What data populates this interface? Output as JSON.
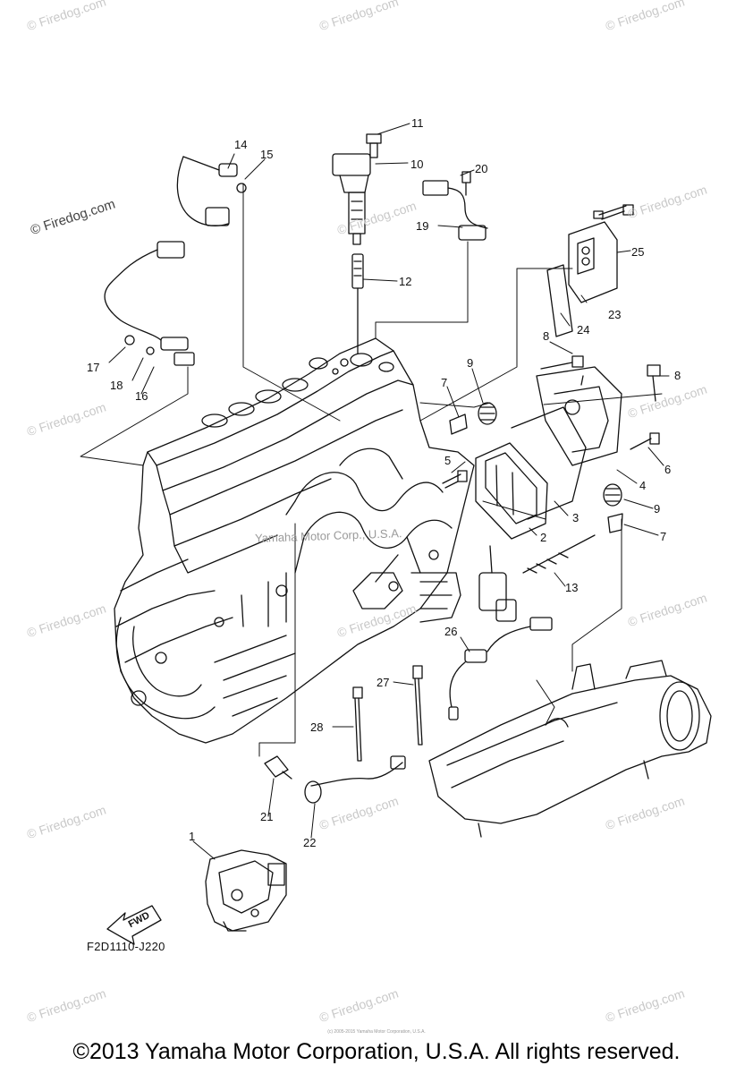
{
  "watermark": {
    "text": "© Firedog.com",
    "center_text": "Yamaha Motor Corp., U.S.A."
  },
  "callouts": {
    "c1": "1",
    "c2": "2",
    "c3": "3",
    "c4": "4",
    "c5": "5",
    "c6": "6",
    "c7a": "7",
    "c7b": "7",
    "c8a": "8",
    "c8b": "8",
    "c9a": "9",
    "c9b": "9",
    "c10": "10",
    "c11": "11",
    "c12": "12",
    "c13": "13",
    "c14": "14",
    "c15": "15",
    "c16": "16",
    "c17": "17",
    "c18": "18",
    "c19": "19",
    "c20": "20",
    "c21": "21",
    "c22": "22",
    "c23": "23",
    "c24": "24",
    "c25": "25",
    "c26": "26",
    "c27": "27",
    "c28": "28"
  },
  "diagram_code": "F2D1110-J220",
  "fwd_label": "FWD",
  "footer": {
    "copyright": "©2013 Yamaha Motor Corporation, U.S.A. All rights reserved.",
    "fine_print": "(c) 2005-2015 Yamaha Motor Corporation, U.S.A."
  }
}
